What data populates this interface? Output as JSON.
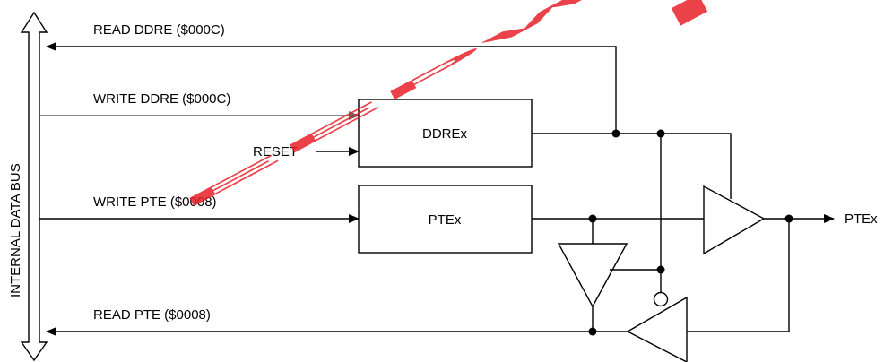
{
  "diagram": {
    "bus_label": "INTERNAL DATA BUS",
    "signals": {
      "read_ddre": "READ DDRE ($000C)",
      "write_ddre": "WRITE DDRE ($000C)",
      "reset": "RESET",
      "write_pte": "WRITE PTE ($0008)",
      "read_pte": "READ PTE ($0008)"
    },
    "blocks": {
      "ddre": "DDREx",
      "pte": "PTEx"
    },
    "output_pin": "PTEx"
  },
  "watermark": {
    "text": "EEPW",
    "color": "#e8202a"
  }
}
